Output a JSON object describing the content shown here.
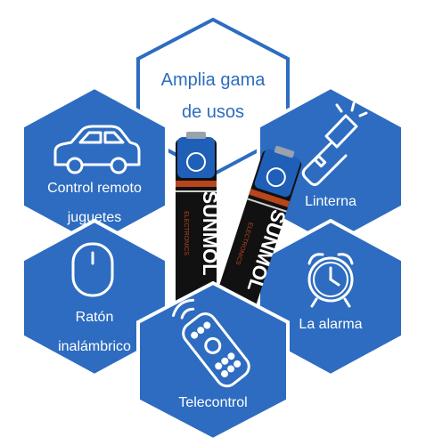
{
  "center": {
    "line1": "Amplia gama",
    "line2": "de usos"
  },
  "tiles": {
    "toy_car": {
      "line1": "Control remoto",
      "line2": "juguetes",
      "icon": "car-icon"
    },
    "flashlight": {
      "line1": "Linterna",
      "icon": "flashlight-icon"
    },
    "mouse": {
      "line1": "Ratón",
      "line2": "inalámbrico",
      "icon": "mouse-icon"
    },
    "alarm": {
      "line1": "La alarma",
      "icon": "alarm-clock-icon"
    },
    "remote": {
      "line1": "Telecontrol",
      "icon": "remote-control-icon"
    }
  },
  "batteries": {
    "brand": "SUNMOL",
    "subtext": "ELECTRONICS"
  },
  "colors": {
    "hex_fill": "#2d6cc0",
    "hex_border": "#2d6cc0",
    "battery_cap": "#1f5fb8",
    "battery_body": "#111111",
    "battery_band": "#b8451c"
  }
}
